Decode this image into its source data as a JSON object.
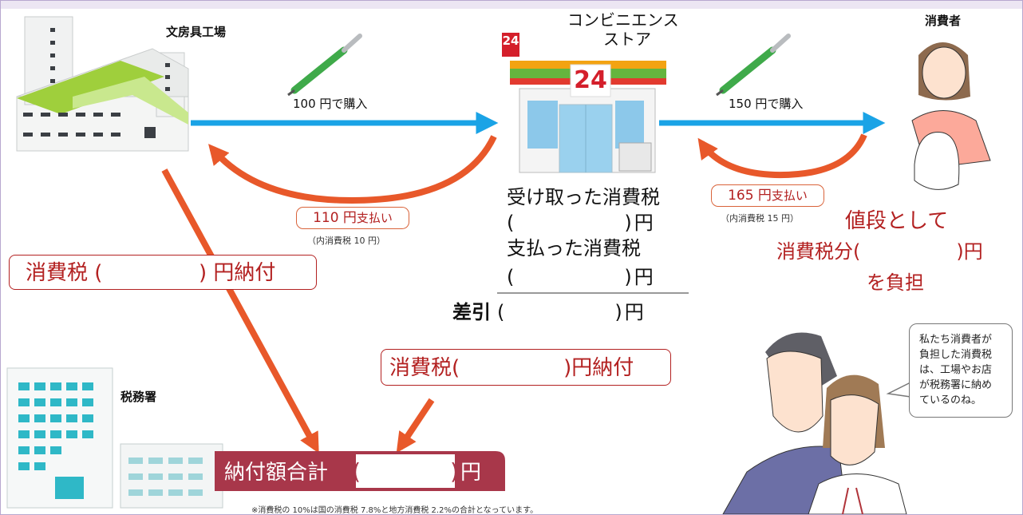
{
  "labels": {
    "factory": "文房具工場",
    "store_line1": "コンビニエンス",
    "store_line2": "ストア",
    "store_sign": "24",
    "consumer": "消費者",
    "tax_office": "税務署",
    "buy_from_factory": "100 円で購入",
    "buy_from_store": "150 円で購入"
  },
  "payments": {
    "store_to_factory": {
      "amount": "110 円",
      "suffix": "支払い",
      "note": "（内消費税 10 円）"
    },
    "consumer_to_store": {
      "amount": "165 円",
      "suffix": "支払い",
      "note": "（内消費税 15 円）"
    }
  },
  "store_tax": {
    "received_label": "受け取った消費税",
    "received_value": "(　　　　　)円",
    "paid_label": "支払った消費税",
    "paid_value": "(　　　　　)円",
    "diff_label": "差引",
    "diff_value": "(　　　　　)円"
  },
  "consumer_burden": {
    "line1": "値段として",
    "line2": "消費税分(　　　　　)円",
    "line3": "を負担"
  },
  "factory_payment": "消費税 ( 　　　　 ) 円納付",
  "store_payment": "消費税(　　　　　)円納付",
  "total": {
    "label": "納付額合計",
    "value": "(　　　　)",
    "unit": "円"
  },
  "footnote": "※消費税の 10%は国の消費税 7.8%と地方消費税 2.2%の合計となっています。",
  "speech_bubble": "私たち消費者が\n負担した消費税\nは、工場やお店\nが税務署に納め\nているのね。",
  "colors": {
    "blue_arrow": "#1aa3e6",
    "orange_arrow": "#e8582a",
    "accent_red": "#b32121",
    "total_box": "#a8374a"
  }
}
